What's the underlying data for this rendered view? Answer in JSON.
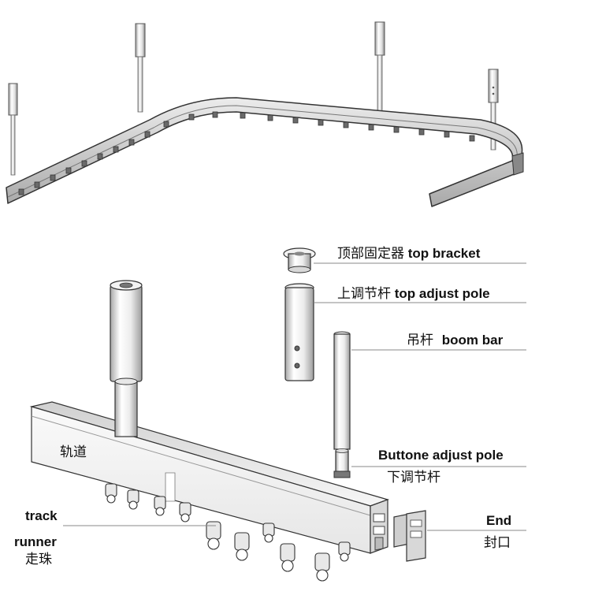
{
  "labels": {
    "top_bracket": {
      "cn": "顶部固定器",
      "en": "top bracket"
    },
    "top_adjust_pole": {
      "cn": "上调节杆",
      "en": "top adjust pole"
    },
    "boom_bar": {
      "cn": "吊杆",
      "en": "boom bar"
    },
    "bottom_adjust_pole": {
      "en": "Buttone adjust pole",
      "cn": "下调节杆"
    },
    "rail": {
      "cn": "轨道"
    },
    "track": {
      "en": "track"
    },
    "runner": {
      "en": "runner",
      "cn": "走珠"
    },
    "end": {
      "en": "End",
      "cn": "封口"
    }
  },
  "colors": {
    "line": "#3a3a3a",
    "metal_light": "#f4f4f4",
    "metal_mid": "#d6d6d6",
    "metal_dark": "#8e8e8e",
    "leader": "#888888",
    "text": "#111111"
  }
}
